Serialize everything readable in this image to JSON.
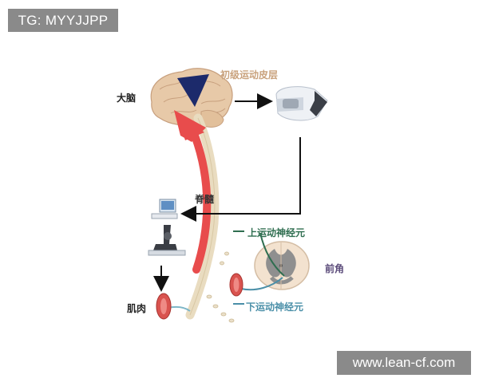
{
  "overlay": {
    "tag": "TG: MYYJJPP",
    "watermark": "www.lean-cf.com"
  },
  "labels": {
    "primary_motor_cortex": "初级运动皮层",
    "brain": "大脑",
    "spinal_cord": "脊髓",
    "upper_motor_neuron": "上运动神经元",
    "anterior_horn": "前角",
    "muscle": "肌肉",
    "lower_motor_neuron": "下运动神经元"
  },
  "colors": {
    "red_arrow": "#e84c4c",
    "pathway": "#e9dcc0",
    "brain": "#e7c9a8",
    "cortex_triangle": "#1c2a6b",
    "upper_neuron_line": "#2f6e50",
    "lower_neuron_line": "#4a8fa8",
    "muscle": "#d9534f"
  }
}
